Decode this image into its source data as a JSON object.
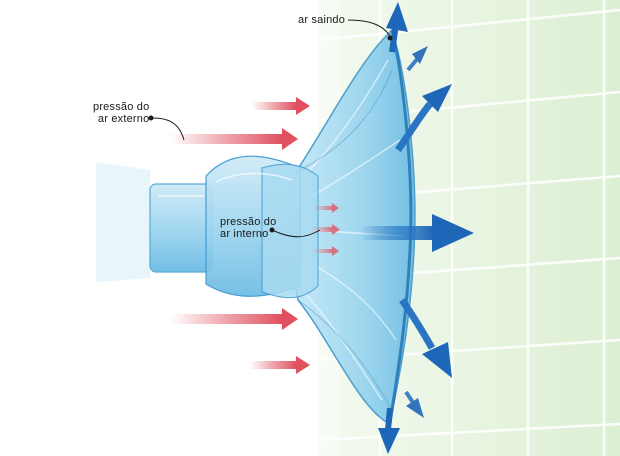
{
  "labels": {
    "air_out": "ar saindo",
    "ext_line1": "pressão do",
    "ext_line2": "ar externo",
    "int_line1": "pressão do",
    "int_line2": "ar interno"
  },
  "colors": {
    "wall_tile": "#e6f3df",
    "wall_grout": "#ffffff",
    "cup_blue": "#8fd0ee",
    "cup_edge": "#2f8fc9",
    "arrow_blue": "#1e66b8",
    "pressure_red": "#e8838d"
  }
}
